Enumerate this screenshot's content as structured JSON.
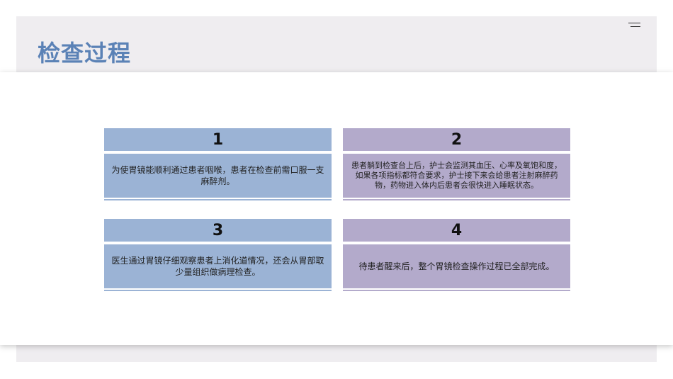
{
  "page": {
    "title": "检查过程"
  },
  "steps": [
    {
      "number": "1",
      "text": "为使胃镜能顺利通过患者咽喉，患者在检查前需口服一支麻醉剂。"
    },
    {
      "number": "2",
      "text": "患者躺到检查台上后，护士会监测其血压、心率及氧饱和度，如果各项指标都符合要求，护士接下来会给患者注射麻醉药物，药物进入体内后患者会很快进入睡眠状态。"
    },
    {
      "number": "3",
      "text": "医生通过胃镜仔细观察患者上消化道情况，还会从胃部取少量组织做病理检查。"
    },
    {
      "number": "4",
      "text": "待患者醒来后，整个胃镜检查操作过程已全部完成。"
    }
  ],
  "colors": {
    "title": "#5b82b6",
    "blue_box": "#9bb3d5",
    "purple_box": "#b3aacb",
    "band": "#efedf0"
  },
  "icons": {
    "menu": "menu-icon"
  }
}
